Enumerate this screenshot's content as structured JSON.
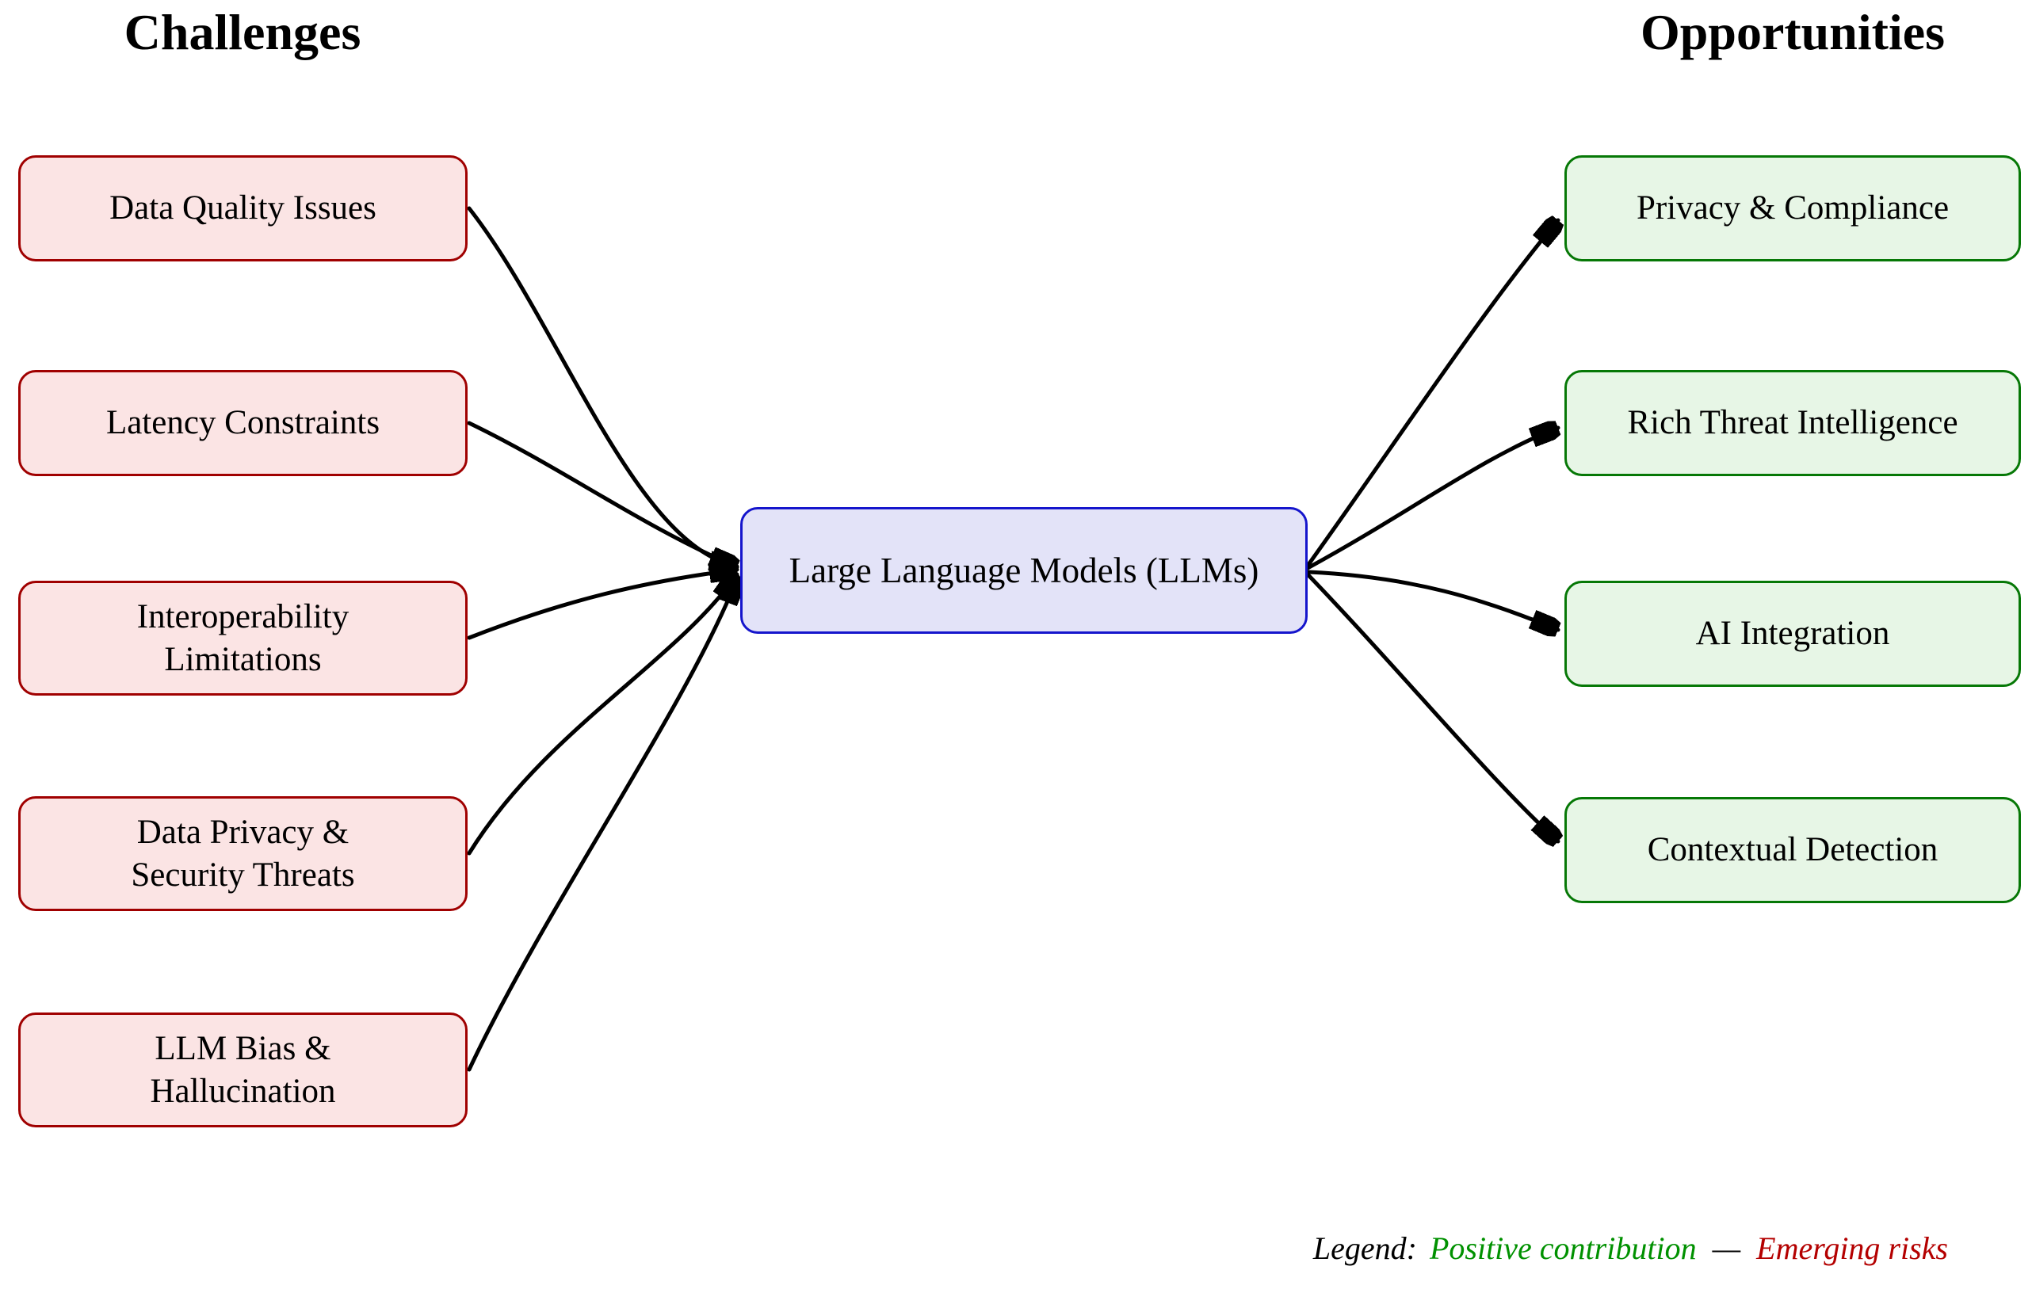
{
  "diagram": {
    "left_heading": "Challenges",
    "right_heading": "Opportunities",
    "center_node": {
      "label": "Large Language Models (LLMs)"
    },
    "challenges": [
      {
        "label": "Data Quality Issues"
      },
      {
        "label": "Latency Constraints"
      },
      {
        "label": "Interoperability\nLimitations"
      },
      {
        "label": "Data Privacy &\nSecurity Threats"
      },
      {
        "label": "LLM Bias &\nHallucination"
      }
    ],
    "opportunities": [
      {
        "label": "Privacy & Compliance"
      },
      {
        "label": "Rich Threat Intelligence"
      },
      {
        "label": "AI Integration"
      },
      {
        "label": "Contextual Detection"
      }
    ],
    "legend": {
      "label": "Legend:",
      "positive": "Positive contribution",
      "separator": "—",
      "risks": "Emerging risks"
    },
    "colors": {
      "challenge_fill": "#fbe4e4",
      "challenge_border": "#a00000",
      "opportunity_fill": "#e7f6e6",
      "opportunity_border": "#067806",
      "center_fill": "#e3e3f8",
      "center_border": "#1515cc",
      "legend_positive": "#009100",
      "legend_risks": "#b40000",
      "arrow": "#000000"
    }
  }
}
